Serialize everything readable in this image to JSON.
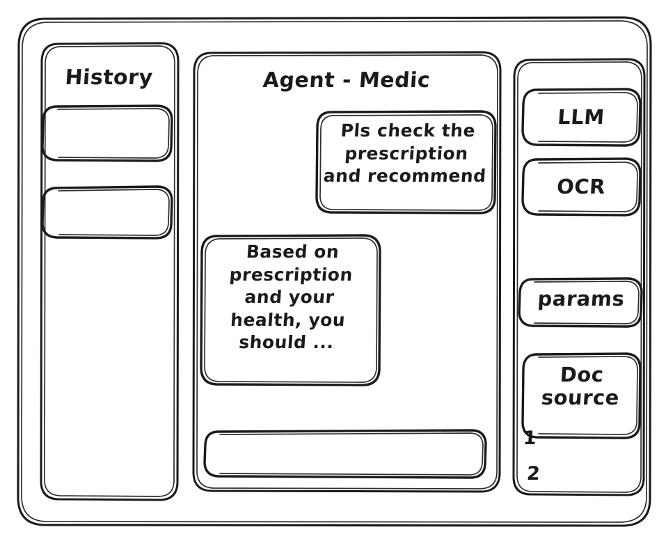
{
  "window": {
    "name": "agent-medic-wireframe"
  },
  "history_panel": {
    "title": "History",
    "items": [
      {
        "label": ""
      },
      {
        "label": ""
      }
    ]
  },
  "main_panel": {
    "title": "Agent - Medic",
    "messages": [
      {
        "role": "user",
        "align": "right",
        "text": "Pls check the\nprescription\nand recommend"
      },
      {
        "role": "agent",
        "align": "left",
        "text": "Based on\nprescription\nand your\nhealth, you\nshould ..."
      }
    ],
    "composer": {
      "value": "",
      "placeholder": ""
    }
  },
  "tools_panel": {
    "chips": [
      {
        "label": "LLM"
      },
      {
        "label": "OCR"
      },
      {
        "label": "params"
      },
      {
        "label": "Doc\nsource"
      }
    ],
    "doc_sources": [
      {
        "label": "1"
      },
      {
        "label": "2"
      }
    ]
  },
  "style": {
    "ink": "#1b1b1b",
    "paper": "#ffffff"
  }
}
